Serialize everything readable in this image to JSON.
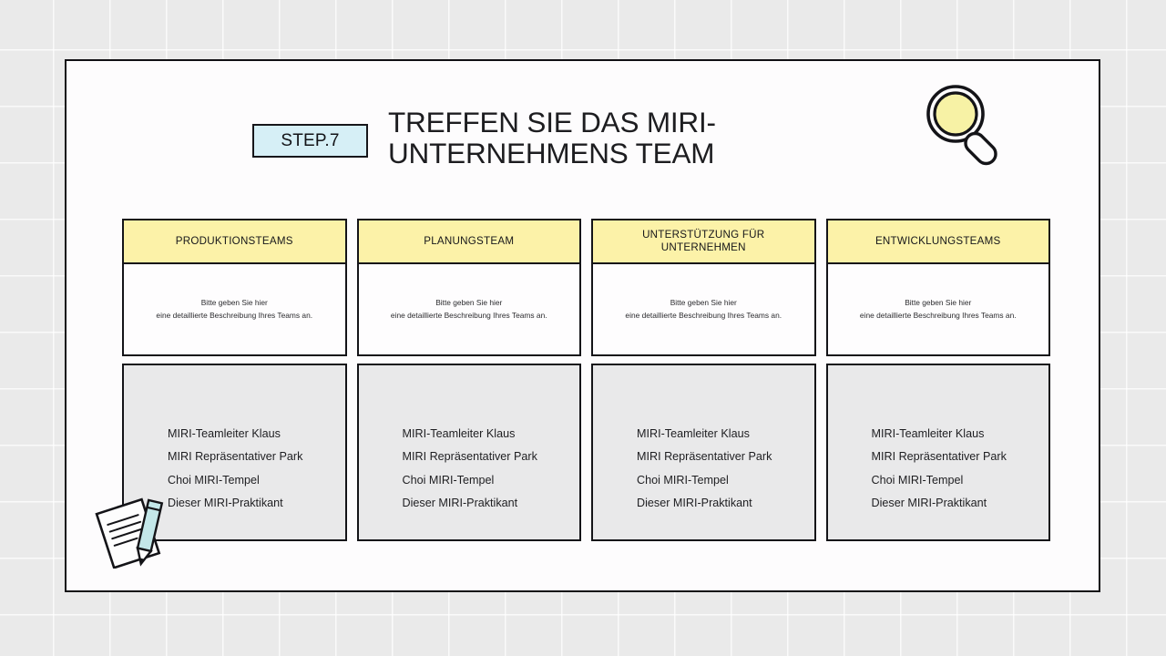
{
  "canvas": {
    "background_color": "#eaeaea",
    "grid_color": "#ffffff",
    "card_background": "#fdfcfd",
    "border_color": "#111014"
  },
  "header": {
    "step_badge": "STEP.7",
    "step_badge_color": "#d6eff6",
    "title": "TREFFEN SIE DAS MIRI-UNTERNEHMENS TEAM",
    "magnifier_icon": "magnifier-icon",
    "magnifier_fill": "#f7f2a5",
    "note_icon": "note-pencil-icon",
    "pencil_color": "#bfe6e8"
  },
  "columns": [
    {
      "heading": "PRODUKTIONSTEAMS",
      "description": "Bitte geben Sie hier\neine detaillierte Beschreibung Ihres Teams an.",
      "members": [
        "MIRI-Teamleiter Klaus",
        "MIRI Repräsentativer Park",
        "Choi MIRI-Tempel",
        "Dieser MIRI-Praktikant"
      ]
    },
    {
      "heading": "PLANUNGSTEAM",
      "description": "Bitte geben Sie hier\neine detaillierte Beschreibung Ihres Teams an.",
      "members": [
        "MIRI-Teamleiter Klaus",
        "MIRI Repräsentativer Park",
        "Choi MIRI-Tempel",
        "Dieser MIRI-Praktikant"
      ]
    },
    {
      "heading": "UNTERSTÜTZUNG FÜR UNTERNEHMEN",
      "description": "Bitte geben Sie hier\neine detaillierte Beschreibung Ihres Teams an.",
      "members": [
        "MIRI-Teamleiter Klaus",
        "MIRI Repräsentativer Park",
        "Choi MIRI-Tempel",
        "Dieser MIRI-Praktikant"
      ]
    },
    {
      "heading": "ENTWICKLUNGSTEAMS",
      "description": "Bitte geben Sie hier\neine detaillierte Beschreibung Ihres Teams an.",
      "members": [
        "MIRI-Teamleiter Klaus",
        "MIRI Repräsentativer Park",
        "Choi MIRI-Tempel",
        "Dieser MIRI-Praktikant"
      ]
    }
  ],
  "theme": {
    "header_fill": "#fcf2a8",
    "body_fill": "#e9e9ea",
    "desc_fill": "#fefdfe"
  }
}
